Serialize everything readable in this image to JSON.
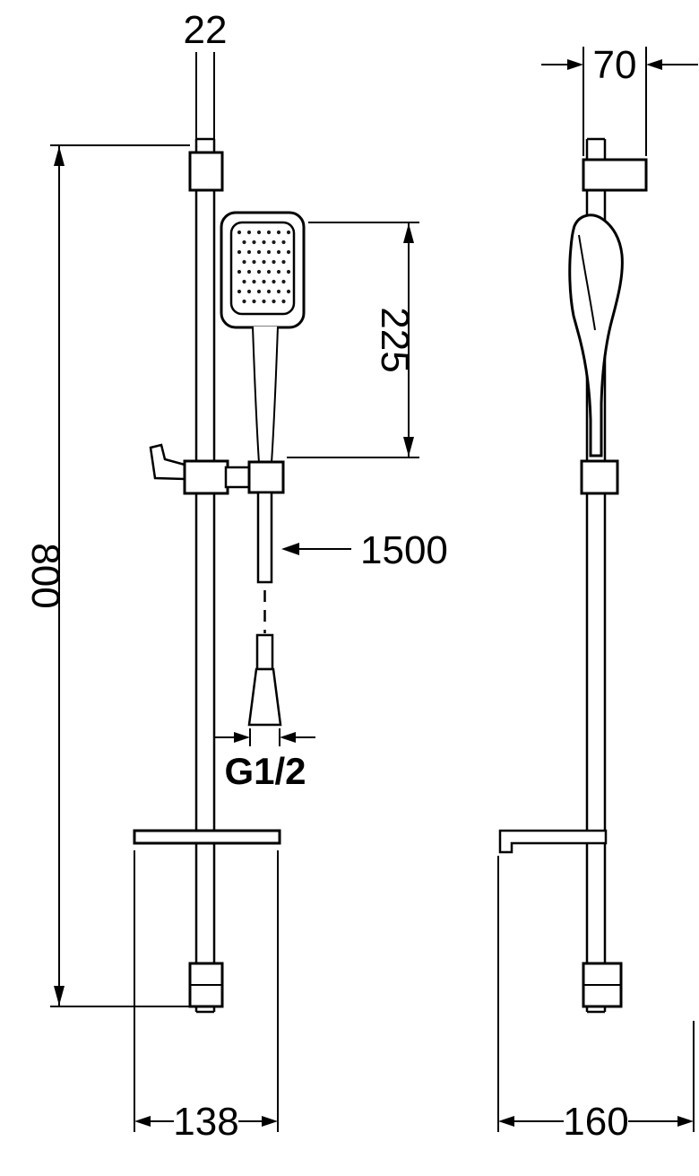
{
  "labels": {
    "rail_width": "22",
    "bracket_depth": "70",
    "bar_height": "800",
    "hand_shower_length": "225",
    "hose_length": "1500",
    "thread_size": "G1/2",
    "base_width": "138",
    "base_depth": "160"
  },
  "colors": {
    "line": "#000000",
    "background": "#ffffff"
  }
}
